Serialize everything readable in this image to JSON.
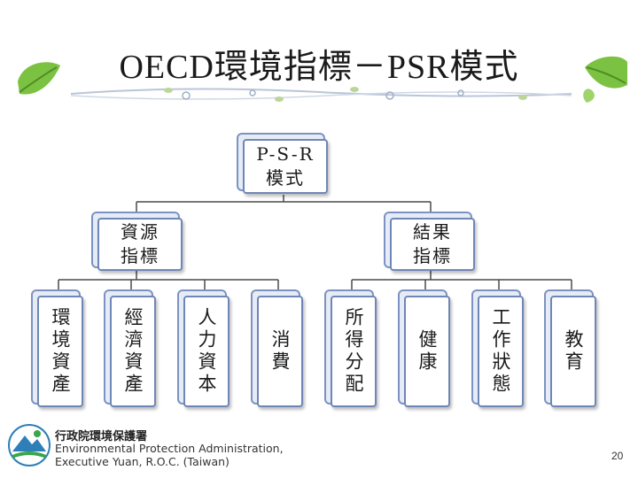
{
  "title": "OECD環境指標－PSR模式",
  "root": "P-S-R\n模式",
  "mid_nodes": [
    "資源\n指標",
    "結果\n指標"
  ],
  "leaves": [
    "環境資產",
    "經濟資產",
    "人力資本",
    "消費",
    "所得分配",
    "健康",
    "工作狀態",
    "教育"
  ],
  "footer": {
    "org_cn": "行政院環境保護署",
    "org_en_line1": "Environmental Protection Administration,",
    "org_en_line2": "Executive Yuan, R.O.C. (Taiwan)"
  },
  "page_number": "20",
  "colors": {
    "box_border": "#6f86b8",
    "leaf_green": "#6cbf3a",
    "vine": "#9aa5b8"
  },
  "icons": [
    "green-leaf-icon",
    "epa-logo-icon"
  ]
}
